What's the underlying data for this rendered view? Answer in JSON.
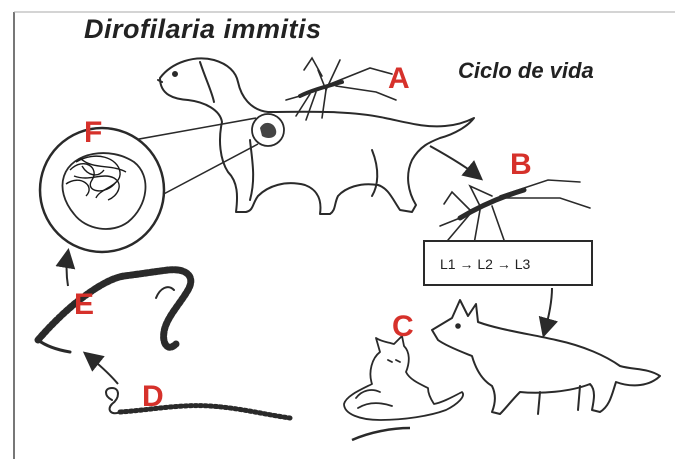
{
  "diagram": {
    "title": "Dirofilaria immitis",
    "subtitle": "Ciclo de vida",
    "stage_box": "L1 → L2 → L3",
    "labels": {
      "A": "A",
      "B": "B",
      "C": "C",
      "D": "D",
      "E": "E",
      "F": "F"
    },
    "label_color": "#d6312b",
    "line_color": "#2a2a2a"
  }
}
